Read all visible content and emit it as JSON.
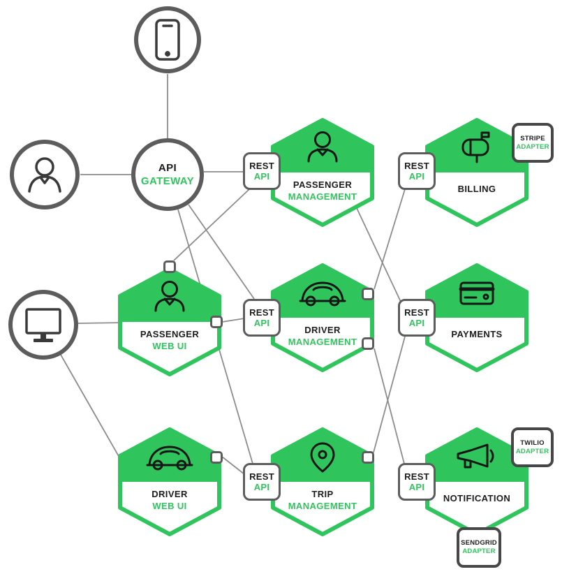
{
  "diagram": {
    "accent_green": "#2FC55C",
    "wire_gray": "#8c8c8c",
    "actors": [
      {
        "id": "smartphone",
        "icon": "smartphone-icon"
      },
      {
        "id": "user",
        "icon": "user-icon"
      },
      {
        "id": "desktop",
        "icon": "desktop-monitor-icon"
      }
    ],
    "gateway": {
      "line1": "API",
      "line2": "GATEWAY"
    },
    "rest_api_label": {
      "line1": "REST",
      "line2": "API"
    },
    "services": [
      {
        "id": "passenger-management",
        "line1": "PASSENGER",
        "line2": "MANAGEMENT",
        "icon": "passenger-icon"
      },
      {
        "id": "billing",
        "line1": "BILLING",
        "line2": "",
        "icon": "mailbox-icon"
      },
      {
        "id": "passenger-web-ui",
        "line1": "PASSENGER",
        "line2": "WEB UI",
        "icon": "passenger-icon"
      },
      {
        "id": "driver-management",
        "line1": "DRIVER",
        "line2": "MANAGEMENT",
        "icon": "car-icon"
      },
      {
        "id": "payments",
        "line1": "PAYMENTS",
        "line2": "",
        "icon": "credit-card-icon"
      },
      {
        "id": "driver-web-ui",
        "line1": "DRIVER",
        "line2": "WEB UI",
        "icon": "car-icon"
      },
      {
        "id": "trip-management",
        "line1": "TRIP",
        "line2": "MANAGEMENT",
        "icon": "map-pin-icon"
      },
      {
        "id": "notification",
        "line1": "NOTIFICATION",
        "line2": "",
        "icon": "megaphone-icon"
      }
    ],
    "rest_api_boxes": [
      "passenger-management",
      "billing",
      "driver-management",
      "payments",
      "trip-management",
      "notification"
    ],
    "adapters": [
      {
        "id": "stripe-adapter",
        "line1": "STRIPE",
        "line2": "ADAPTER"
      },
      {
        "id": "twilio-adapter",
        "line1": "TWILIO",
        "line2": "ADAPTER"
      },
      {
        "id": "sendgrid-adapter",
        "line1": "SENDGRID",
        "line2": "ADAPTER"
      }
    ],
    "edges": [
      {
        "from": "smartphone",
        "to": "api-gateway"
      },
      {
        "from": "user",
        "to": "api-gateway"
      },
      {
        "from": "desktop",
        "to": "passenger-web-ui"
      },
      {
        "from": "desktop",
        "to": "driver-web-ui"
      },
      {
        "from": "api-gateway",
        "to": "passenger-management-rest-api"
      },
      {
        "from": "api-gateway",
        "to": "driver-management-rest-api"
      },
      {
        "from": "api-gateway",
        "to": "trip-management-rest-api"
      },
      {
        "from": "passenger-web-ui",
        "to": "passenger-management-rest-api"
      },
      {
        "from": "passenger-web-ui",
        "to": "driver-management-rest-api"
      },
      {
        "from": "driver-web-ui",
        "to": "trip-management-rest-api"
      },
      {
        "from": "passenger-management",
        "to": "payments-rest-api"
      },
      {
        "from": "driver-management",
        "to": "billing-rest-api"
      },
      {
        "from": "driver-management",
        "to": "notification-rest-api"
      },
      {
        "from": "trip-management",
        "to": "payments-rest-api"
      }
    ]
  }
}
